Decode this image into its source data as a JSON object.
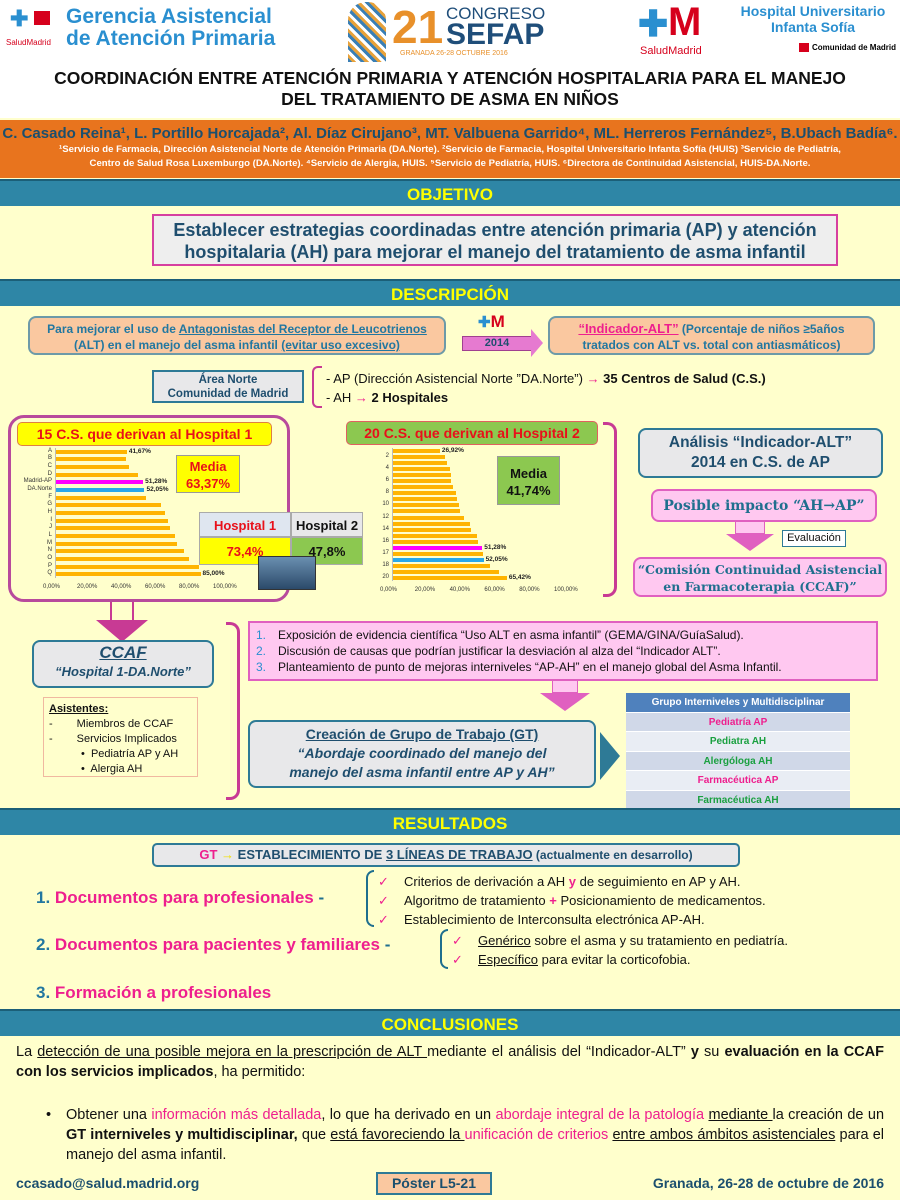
{
  "header": {
    "logo_gerencia": {
      "line1": "Gerencia Asistencial",
      "line2": "de Atención Primaria",
      "sub": "SaludMadrid"
    },
    "logo_congreso": {
      "number": "21",
      "congreso": "CONGRESO",
      "sefap": "SEFAP",
      "event": "GRANADA 26-28 OCTUBRE 2016"
    },
    "logo_saludmadrid": {
      "letter": "M",
      "sub": "SaludMadrid"
    },
    "logo_hospital": {
      "line1": "Hospital Universitario",
      "line2": "Infanta Sofía",
      "comunidad": "Comunidad de Madrid"
    }
  },
  "title": {
    "line1": "COORDINACIÓN ENTRE ATENCIÓN PRIMARIA Y ATENCIÓN HOSPITALARIA PARA EL MANEJO",
    "line2": "DEL TRATAMIENTO DE ASMA EN NIÑOS"
  },
  "authors": {
    "names": "C. Casado Reina¹, L. Portillo Horcajada², Al. Díaz Cirujano³, MT. Valbuena Garrido⁴, ML. Herreros Fernández⁵, B.Ubach Badía⁶.",
    "affiliations1": "¹Servicio de Farmacia, Dirección Asistencial Norte de Atención Primaria (DA.Norte). ²Servicio de Farmacia, Hospital Universitario Infanta Sofía (HUIS) ³Servicio de Pediatría,",
    "affiliations2": "Centro de Salud Rosa Luxemburgo (DA.Norte). ⁴Servicio de Alergia, HUIS. ⁵Servicio de Pediatría, HUIS. ⁶Directora de Continuidad Asistencial, HUIS-DA.Norte."
  },
  "sections": {
    "objetivo": "OBJETIVO",
    "descripcion": "DESCRIPCIÓN",
    "resultados": "RESULTADOS",
    "conclusiones": "CONCLUSIONES"
  },
  "objetivo": {
    "line1": "Establecer estrategias coordinadas entre atención primaria (AP) y atención",
    "line2": "hospitalaria (AH) para mejorar el manejo del tratamiento de asma infantil"
  },
  "descripcion": {
    "intro": {
      "p1": "Para mejorar el uso de ",
      "link1": "Antagonistas del Receptor de Leucotrienos",
      "p2": "(ALT) en el manejo del asma infantil ",
      "link2": "(evitar uso excesivo)"
    },
    "arrow_year": "2014",
    "indicador": {
      "name": "“Indicador-ALT”",
      "desc1": " (Porcentaje de niños ≥5años",
      "desc2": "tratados con ALT vs. total con antiasmáticos)"
    },
    "area": {
      "line1": "Área Norte",
      "line2": "Comunidad de Madrid"
    },
    "ap_line": {
      "prefix": "- AP (Dirección Asistencial Norte ”DA.Norte”) ",
      "arrow": "→",
      "bold": " 35 Centros de Salud (C.S.)"
    },
    "ah_line": {
      "prefix": "- AH ",
      "arrow": "→",
      "bold": " 2 Hospitales"
    },
    "media1": {
      "label": "Media",
      "value": "63,37%"
    },
    "media2": {
      "label": "Media",
      "value": "41,74%"
    },
    "hospital_table": {
      "headers": [
        "Hospital 1",
        "Hospital 2"
      ],
      "values": [
        "73,4%",
        "47,8%"
      ]
    },
    "analisis": {
      "line1": "Análisis “Indicador-ALT”",
      "line2": "2014 en C.S. de AP"
    },
    "impacto": "Posible impacto “AH→AP”",
    "evaluacion": "Evaluación",
    "comision": {
      "line1": "“Comisión Continuidad Asistencial",
      "line2": "en Farmacoterapia (CCAF)”"
    },
    "ccaf": {
      "title": "CCAF",
      "subtitle": "“Hospital 1-DA.Norte”"
    },
    "asistentes": {
      "title": "Asistentes:",
      "items": [
        "Miembros de CCAF",
        "Servicios Implicados"
      ],
      "subitems": [
        "Pediatría AP y AH",
        "Alergia AH"
      ]
    },
    "steps": [
      {
        "n": "1.",
        "text": "Exposición de evidencia científica “Uso ALT en asma infantil” (GEMA/GINA/GuíaSalud)."
      },
      {
        "n": "2.",
        "text": "Discusión de causas que podrían justificar la desviación al alza del “Indicador ALT”."
      },
      {
        "n": "3.",
        "text": "Planteamiento de punto de mejoras interniveles “AP-AH” en el manejo global del Asma Infantil."
      }
    ],
    "gt": {
      "title": "Creación de Grupo de Trabajo (GT)",
      "line1": "“Abordaje coordinado del manejo del",
      "line2": "manejo del asma infantil entre AP y AH”"
    },
    "grupo": {
      "header": "Grupo Interniveles y Multidisciplinar",
      "rows": [
        "Pediatría AP",
        "Pediatra AH",
        "Alergóloga AH",
        "Farmacéutica AP",
        "Farmacéutica AH"
      ]
    }
  },
  "resultados": {
    "banner": {
      "gt": "GT",
      "arrow": "→",
      "text1": " ESTABLECIMIENTO DE ",
      "underlined": "3 LÍNEAS DE TRABAJO",
      "text2": " (actualmente en desarrollo)"
    },
    "lines": [
      {
        "n": "1.",
        "title": "Documentos para profesionales",
        "items": [
          "Criterios de derivación a AH|y|de seguimiento en AP y AH.",
          "Algoritmo de tratamiento|+|Posicionamiento de medicamentos.",
          "Establecimiento de Interconsulta electrónica AP-AH."
        ]
      },
      {
        "n": "2.",
        "title": "Documentos para pacientes y familiares",
        "items": [
          "Genérico| sobre el asma y su tratamiento en pediatría.",
          "Específico| para evitar la corticofobia."
        ]
      },
      {
        "n": "3.",
        "title": "Formación a profesionales"
      }
    ],
    "check": "✓"
  },
  "conclusiones": {
    "p1_a": "La ",
    "p1_u": "detección de una posible mejora en la prescripción de ALT ",
    "p1_b": "mediante el análisis del “Indicador-ALT” ",
    "p1_y": "y",
    "p1_c": " su ",
    "p1_bold": "evaluación en la CCAF con los servicios implicados",
    "p1_d": ", ha permitido:",
    "b_a": "Obtener una ",
    "b_m1": "información más detallada",
    "b_b": ", lo que ha derivado en un ",
    "b_m2": "abordaje integral de la patología",
    "b_u1": "mediante ",
    "b_c": "la creación de un ",
    "b_bold": "GT interniveles y multidisciplinar,",
    "b_d": " que ",
    "b_u2": "está favoreciendo la ",
    "b_m3": "unificación de criterios",
    "b_e": " ",
    "b_u3": "entre ambos ámbitos asistenciales",
    "b_f": " para el manejo del asma infantil."
  },
  "footer": {
    "email": "ccasado@salud.madrid.org",
    "poster": "Póster L5-21",
    "place_date": "Granada, 26-28 de octubre de 2016"
  },
  "colors": {
    "teal": "#2e86a6",
    "magenta": "#ee1f8e",
    "orange": "#e8741e",
    "bar": "#ffb400",
    "madrid_ap": "#ff00ff",
    "da_norte": "#29a8e8"
  },
  "chart_data": [
    {
      "type": "bar",
      "orientation": "horizontal",
      "title": "15 C.S. que derivan al Hospital 1",
      "categories": [
        "A",
        "B",
        "C",
        "D",
        "Madrid-AP",
        "DA.Norte",
        "F",
        "G",
        "H",
        "I",
        "J",
        "L",
        "M",
        "N",
        "O",
        "P",
        "Q"
      ],
      "values": [
        41.67,
        41,
        43,
        48,
        51.28,
        52.05,
        53,
        62,
        64,
        66,
        67,
        70,
        71,
        75,
        78,
        84,
        85
      ],
      "highlight": {
        "Madrid-AP": "madrid_ap",
        "DA.Norte": "da_norte"
      },
      "data_labels": {
        "0": "41,67%",
        "4": "51,28%",
        "5": "52,05%",
        "16": "85,00%"
      },
      "xticks": [
        "0,00%",
        "20,00%",
        "40,00%",
        "60,00%",
        "80,00%",
        "100,00%"
      ],
      "xlim": [
        0,
        100
      ],
      "xlabel": "",
      "ylabel": ""
    },
    {
      "type": "bar",
      "orientation": "horizontal",
      "title": "20 C.S. que derivan al Hospital 2",
      "categories": [
        "",
        "2",
        "",
        "4",
        "",
        "6",
        "",
        "8",
        "",
        "10",
        "",
        "12",
        "",
        "14",
        "",
        "16",
        "",
        "17",
        "",
        "18",
        "",
        "20"
      ],
      "values": [
        26.92,
        30,
        31,
        32.5,
        33.5,
        33.5,
        34.5,
        36,
        36.5,
        38,
        38.5,
        41,
        44,
        45,
        48,
        49,
        51.28,
        52,
        52.05,
        56,
        61,
        65.42
      ],
      "highlight_index": {
        "16": "madrid_ap",
        "18": "da_norte"
      },
      "data_labels": {
        "0": "26,92%",
        "16": "51,28%",
        "18": "52,05%",
        "21": "65,42%"
      },
      "xticks": [
        "0,00%",
        "20,00%",
        "40,00%",
        "60,00%",
        "80,00%",
        "100,00%"
      ],
      "xlim": [
        0,
        100
      ],
      "xlabel": "",
      "ylabel": ""
    }
  ]
}
